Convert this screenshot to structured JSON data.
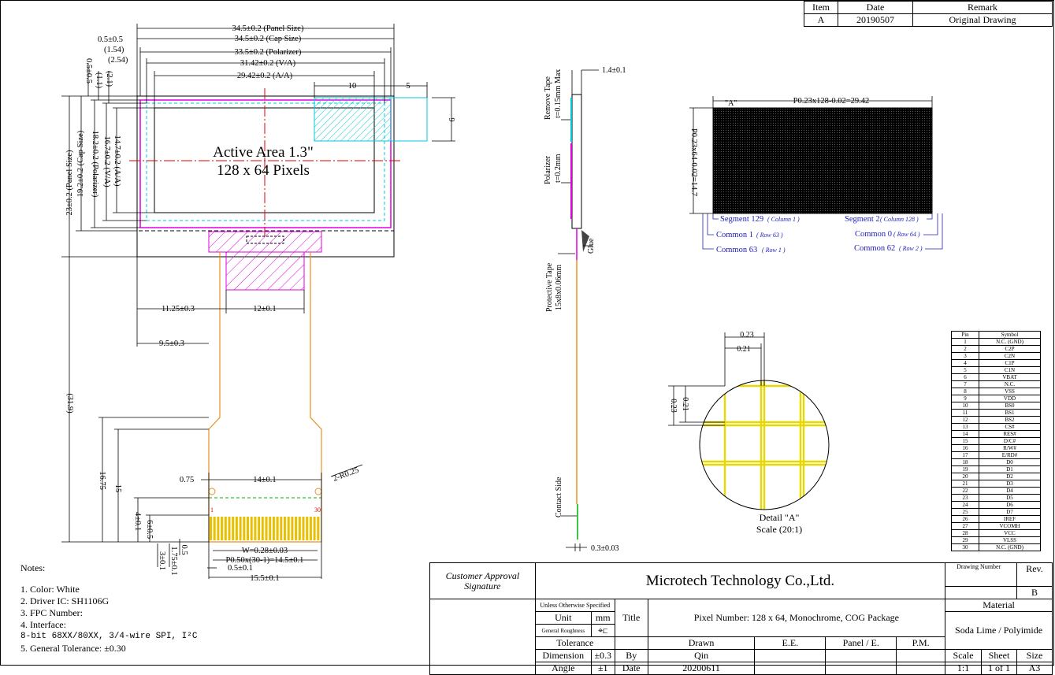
{
  "revision": {
    "headers": [
      "Item",
      "Date",
      "Remark"
    ],
    "rows": [
      [
        "A",
        "20190507",
        "Original Drawing"
      ]
    ]
  },
  "front_view": {
    "dims_top": [
      "34.5±0.2 (Panel Size)",
      "34.5±0.2 (Cap Size)",
      "33.5±0.2 (Polarizer)",
      "31.42±0.2 (V/A)",
      "29.42±0.2 (A/A)"
    ],
    "dims_left_labels": [
      "0.5±0.5",
      "(1.54)",
      "(2.54)"
    ],
    "dim_10": "10",
    "dim_5": "5",
    "dim_9": "9",
    "dims_vertical": [
      "23±0.2 (Panel Size)",
      "19.2±0.2 (Cap Size)",
      "18.2±0.2 (Polarizer)",
      "16.7±0.2 (V/A)",
      "14.7±0.2 (A/A)",
      "0.5±0.5",
      "(1.1)",
      "(2.1)"
    ],
    "active_area_line1": "Active Area 1.3\"",
    "active_area_line2": "128 x 64 Pixels",
    "dim_11_25": "11.25±0.3",
    "dim_12": "12±0.1",
    "dim_9_5": "9.5±0.3",
    "dim_31_9": "(31.9)",
    "dim_16_75": "16.75",
    "dim_15": "15",
    "dim_4_1": "4±0.1",
    "dim_6_5": "6±0.5",
    "dim_0_75": "0.75",
    "dim_14": "14±0.1",
    "dim_r": "2-R0.25",
    "pin_first": "1",
    "pin_last": "30",
    "dim_w": "W=0.28±0.03",
    "dim_pitch": "P0.50x(30-1)=14.5±0.1",
    "dim_0_5": "0.5±0.1",
    "dim_15_5": "15.5±0.1",
    "dim_3": "3±0.1",
    "dim_1_75": "1.75±0.1",
    "dim_0_5v": "0.5"
  },
  "side_view": {
    "dim_1_4": "1.4±0.1",
    "remove_tape": "Remove Tape",
    "remove_tape_t": "t=0.15mm Max",
    "polarizer": "Polarizer",
    "polarizer_t": "t=0.2mm",
    "glue": "Glue",
    "protective_tape": "Protective Tape",
    "protective_tape_t": "15x8x0.06mm",
    "contact_side": "Contact Side",
    "dim_0_3": "0.3±0.03"
  },
  "pixel_view": {
    "label_a": "\"A\"",
    "dim_h": "P0.23x128-0.02=29.42",
    "dim_v": "P0.23x64-0.02=14.7",
    "seg129": "Segment 129",
    "col1": "( Column 1 )",
    "seg2": "Segment 2",
    "col128": "( Column 128 )",
    "com1": "Common 1",
    "row63": "( Row 63 )",
    "com0": "Common 0",
    "row64": "( Row 64 )",
    "com63": "Common 63",
    "row1": "( Row 1 )",
    "com62": "Common 62",
    "row2": "( Row 2 )"
  },
  "detail": {
    "d023a": "0.23",
    "d021a": "0.21",
    "d023b": "0.23",
    "d021b": "0.21",
    "title": "Detail \"A\"",
    "scale": "Scale (20:1)"
  },
  "pins": {
    "headers": [
      "Pin",
      "Symbol"
    ],
    "rows": [
      [
        "1",
        "N.C. (GND)"
      ],
      [
        "2",
        "C2P"
      ],
      [
        "3",
        "C2N"
      ],
      [
        "4",
        "C1P"
      ],
      [
        "5",
        "C1N"
      ],
      [
        "6",
        "VBAT"
      ],
      [
        "7",
        "N.C."
      ],
      [
        "8",
        "VSS"
      ],
      [
        "9",
        "VDD"
      ],
      [
        "10",
        "BS0"
      ],
      [
        "11",
        "BS1"
      ],
      [
        "12",
        "BS2"
      ],
      [
        "13",
        "CS#"
      ],
      [
        "14",
        "RES#"
      ],
      [
        "15",
        "D/C#"
      ],
      [
        "16",
        "R/W#"
      ],
      [
        "17",
        "E/RD#"
      ],
      [
        "18",
        "D0"
      ],
      [
        "19",
        "D1"
      ],
      [
        "20",
        "D2"
      ],
      [
        "21",
        "D3"
      ],
      [
        "22",
        "D4"
      ],
      [
        "23",
        "D5"
      ],
      [
        "24",
        "D6"
      ],
      [
        "25",
        "D7"
      ],
      [
        "26",
        "IREF"
      ],
      [
        "27",
        "VCOMH"
      ],
      [
        "28",
        "VCC"
      ],
      [
        "29",
        "VLSS"
      ],
      [
        "30",
        "N.C. (GND)"
      ]
    ]
  },
  "notes": {
    "heading": "Notes:",
    "items": [
      "1. Color: White",
      "2. Driver IC: SH1106G",
      "3. FPC Number:",
      "4. Interface:",
      "8-bit 68XX/80XX, 3/4-wire SPI, I²C",
      "5. General Tolerance: ±0.30"
    ]
  },
  "title_block": {
    "customer_approval": "Customer Approval",
    "signature": "Signature",
    "company": "Microtech Technology Co.,Ltd.",
    "drawing_number_label": "Drawing Number",
    "rev_label": "Rev.",
    "rev_value": "B",
    "unless": "Unless Otherwise Specified",
    "unit_label": "Unit",
    "unit_value": "mm",
    "general_roughness": "General Roughness",
    "title_label": "Title",
    "title_value": "Pixel Number: 128 x 64, Monochrome, COG Package",
    "material_label": "Material",
    "material_value": "Soda Lime / Polyimide",
    "tolerance_label": "Tolerance",
    "drawn_label": "Drawn",
    "ee_label": "E.E.",
    "panel_label": "Panel / E.",
    "pm_label": "P.M.",
    "dimension_label": "Dimension",
    "dimension_value": "±0.3",
    "by_label": "By",
    "by_value": "Qin",
    "angle_label": "Angle",
    "angle_value": "±1",
    "date_label": "Date",
    "date_value": "20200611",
    "scale_label": "Scale",
    "scale_value": "1:1",
    "sheet_label": "Sheet",
    "sheet_value": "1 of 1",
    "size_label": "Size",
    "size_value": "A3"
  },
  "colors": {
    "magenta": "#e000e0",
    "cyan": "#00c8d8",
    "orange": "#e89020",
    "yellow": "#e8d800",
    "blue": "#2020c0",
    "red": "#e00000",
    "green": "#00b000"
  }
}
